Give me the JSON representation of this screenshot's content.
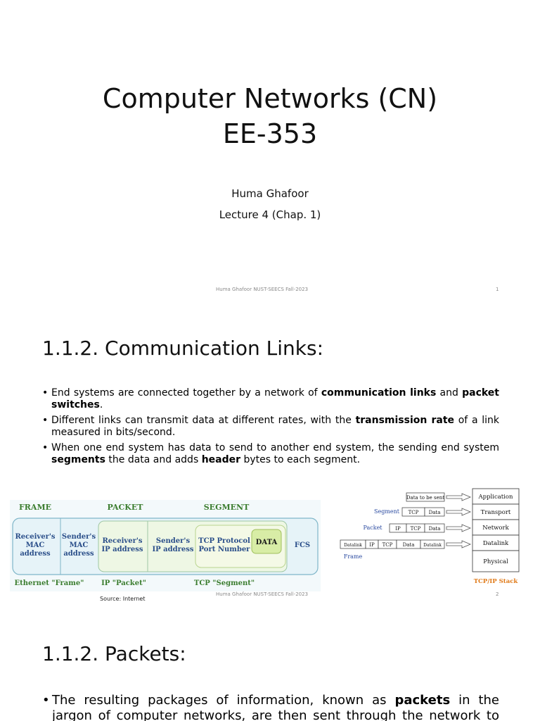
{
  "slide1": {
    "title_line1": "Computer Networks (CN)",
    "title_line2": "EE-353",
    "author": "Huma Ghafoor",
    "lecture": "Lecture 4 (Chap. 1)",
    "footer": "Huma Ghafoor   NUST-SEECS   Fall-2023",
    "page": "1"
  },
  "slide2": {
    "heading": "1.1.2. Communication Links:",
    "bullets": [
      {
        "p1": "End systems are connected together by a network of ",
        "b1": "communication links",
        "p2": " and ",
        "b2": "packet switches",
        "p3": "."
      },
      {
        "p1": "Different links can transmit data at different rates, with the ",
        "b1": "transmission rate",
        "p2": " of a link measured in bits/second."
      },
      {
        "p1": "When one end system has data to send to another end system, the sending end system ",
        "b1": "segments",
        "p2": " the data and adds ",
        "b2": "header",
        "p3": " bytes to each segment."
      }
    ],
    "frame_diagram": {
      "top_labels": [
        "FRAME",
        "PACKET",
        "SEGMENT"
      ],
      "cells": [
        "Receiver's MAC address",
        "Sender's MAC address",
        "Receiver's IP address",
        "Sender's IP address",
        "TCP Protocol Port Number",
        "DATA",
        "FCS"
      ],
      "bottom_labels": [
        "Ethernet \"Frame\"",
        "IP \"Packet\"",
        "TCP \"Segment\""
      ],
      "source": "Source: Internet"
    },
    "stack_diagram": {
      "data_label": "Data to be sent",
      "segment_label": "Segment",
      "packet_label": "Packet",
      "frame_label": "Frame",
      "fields": {
        "tcp": "TCP",
        "data": "Data",
        "ip": "IP",
        "datalink": "Datalink"
      },
      "layers": [
        "Application",
        "Transport",
        "Network",
        "Datalink",
        "Physical"
      ],
      "caption": "TCP/IP Stack"
    },
    "footer": "Huma Ghafoor   NUST-SEECS   Fall-2023",
    "page": "2"
  },
  "slide3": {
    "heading": "1.1.2. Packets:",
    "bullet_p1": "The resulting packages of information, known as ",
    "bullet_b1": "packets",
    "bullet_p2": " in the jargon of computer networks, are then sent through the network to the"
  },
  "colors": {
    "frame_green": "#3b7d2f",
    "panel_blue": "#e6f3f8",
    "cell_border": "#7fb6c9",
    "data_cell": "#d8eda6",
    "stack_blue": "#2a4aa0",
    "stack_orange": "#e07a18"
  }
}
